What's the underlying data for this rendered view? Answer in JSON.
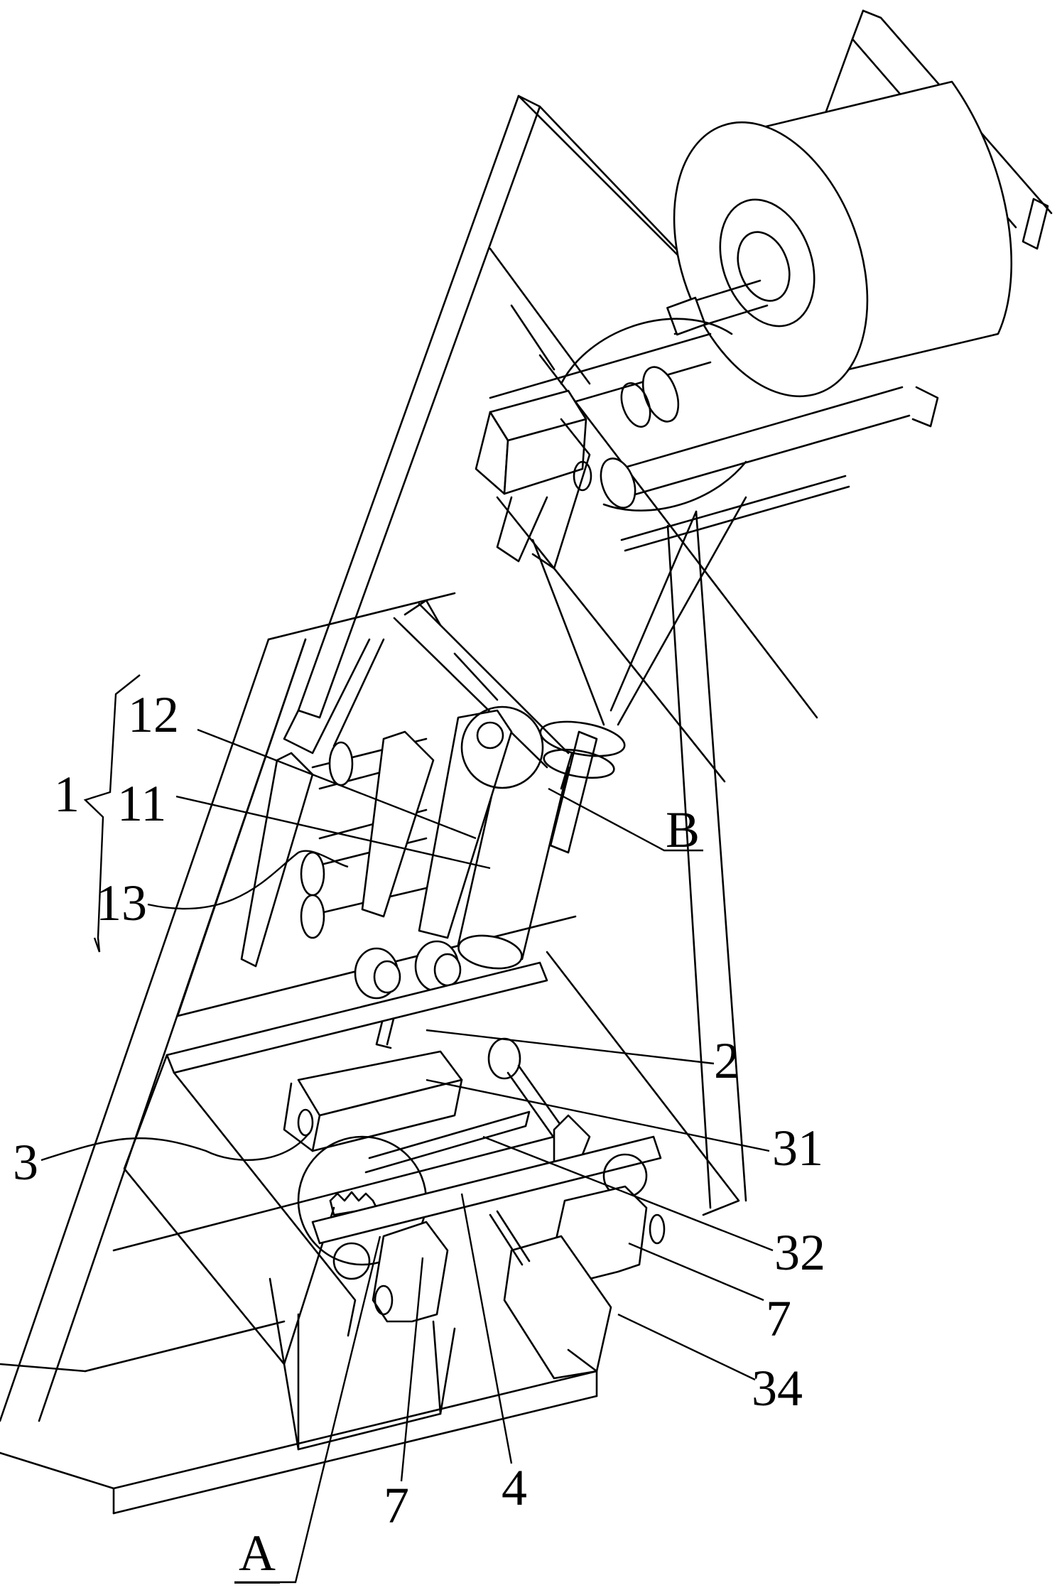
{
  "figure": {
    "type": "patent-line-drawing",
    "stroke_color": "#000000",
    "background_color": "#ffffff"
  },
  "labels": {
    "group_1": "1",
    "label_12": "12",
    "label_11": "11",
    "label_13": "13",
    "label_B": "B",
    "label_2": "2",
    "label_3": "3",
    "label_31": "31",
    "label_32": "32",
    "label_7_right": "7",
    "label_34": "34",
    "label_7_bottom": "7",
    "label_4": "4",
    "label_A": "A"
  },
  "detail_callouts": [
    "A",
    "B"
  ]
}
